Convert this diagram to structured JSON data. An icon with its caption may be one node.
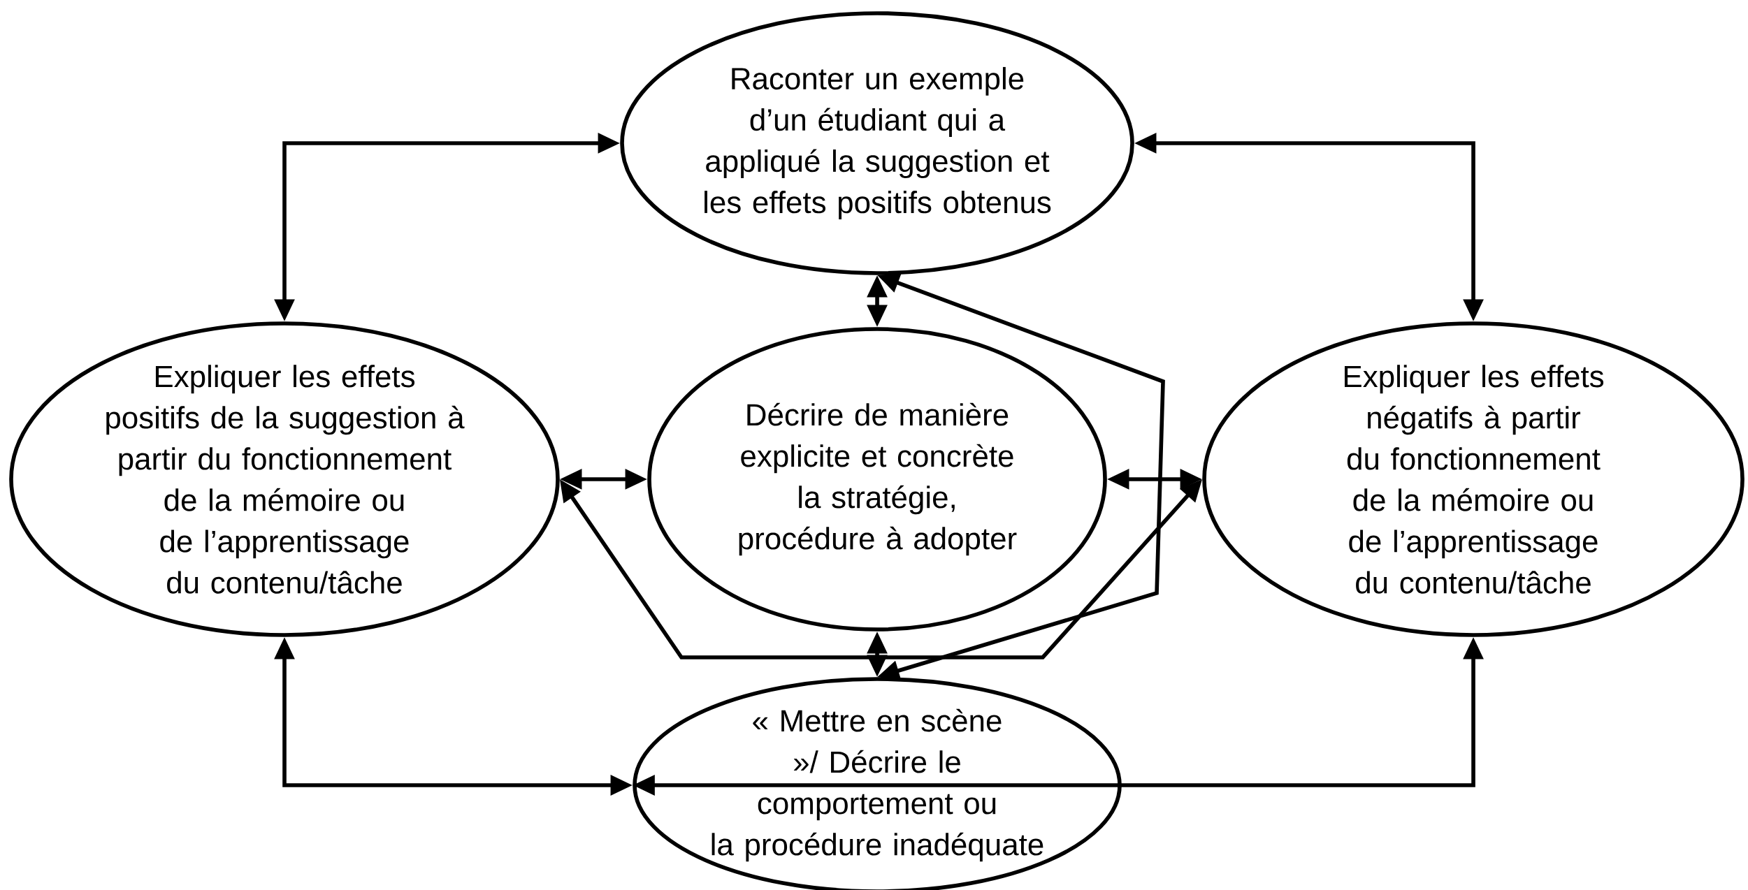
{
  "diagram": {
    "nodes": [
      {
        "text": [
          "Raconter un exemple d’un étudiant qui a appliqué la suggestion et les effets positifs obtenus"
        ]
      },
      {
        "text": [
          "Expliquer les effets positifs de la suggestion à partir du fonctionnement de la mémoire ou de l’apprentissage du contenu/tâche"
        ]
      },
      {
        "text": [
          "Décrire de manière explicite et concrète la stratégie, procédure à adopter"
        ]
      },
      {
        "text": [
          "Expliquer les effets négatifs à partir du fonctionnement de la mémoire ou de l’apprentissage du contenu/tâche"
        ]
      },
      {
        "text": [
          "« Mettre en scène »/ Décrire le comportement ou la procédure inadéquate"
        ]
      }
    ],
    "edges": [
      {
        "from": 0,
        "to": 1,
        "arrow": "both"
      },
      {
        "from": 0,
        "to": 3,
        "arrow": "both"
      },
      {
        "from": 0,
        "to": 2,
        "arrow": "both"
      },
      {
        "from": 1,
        "to": 2,
        "arrow": "both"
      },
      {
        "from": 2,
        "to": 3,
        "arrow": "both"
      },
      {
        "from": 2,
        "to": 4,
        "arrow": "both"
      },
      {
        "from": 1,
        "to": 4,
        "arrow": "both"
      },
      {
        "from": 3,
        "to": 4,
        "arrow": "both"
      },
      {
        "from": 1,
        "to": 3,
        "arrow": "both"
      },
      {
        "from": 0,
        "to": 4,
        "arrow": "both"
      }
    ]
  }
}
